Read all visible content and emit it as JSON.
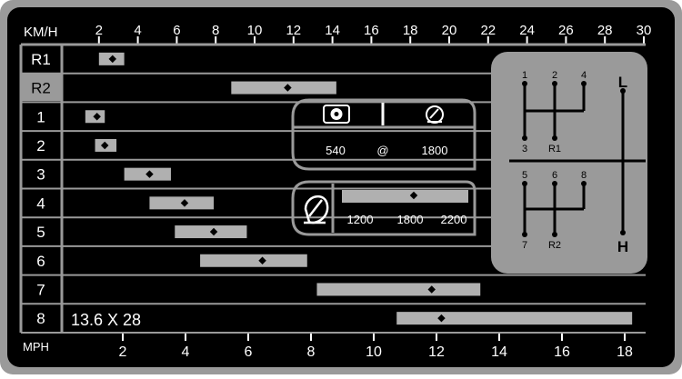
{
  "plate": {
    "kmh_unit": "KM/H",
    "mph_unit": "MPH",
    "tyre_size": "13.6 X 28",
    "background": "#000000",
    "frame": "#9a9a9a",
    "bar": "#b0b0b0",
    "ink": "#ffffff",
    "kmh_ticks": [
      2,
      4,
      6,
      8,
      10,
      12,
      14,
      16,
      18,
      20,
      22,
      24,
      26,
      28,
      30
    ],
    "mph_ticks": [
      2,
      4,
      6,
      8,
      10,
      12,
      14,
      16,
      18
    ]
  },
  "gears": [
    {
      "label": "R1",
      "min_kmh": 2.0,
      "max_kmh": 3.3,
      "rated_kmh": 2.7
    },
    {
      "label": "R2",
      "min_kmh": 8.8,
      "max_kmh": 14.2,
      "rated_kmh": 11.7
    },
    {
      "label": "1",
      "min_kmh": 1.3,
      "max_kmh": 2.3,
      "rated_kmh": 1.9
    },
    {
      "label": "2",
      "min_kmh": 1.8,
      "max_kmh": 2.9,
      "rated_kmh": 2.3
    },
    {
      "label": "3",
      "min_kmh": 3.3,
      "max_kmh": 5.7,
      "rated_kmh": 4.6
    },
    {
      "label": "4",
      "min_kmh": 4.6,
      "max_kmh": 7.9,
      "rated_kmh": 6.4
    },
    {
      "label": "5",
      "min_kmh": 5.9,
      "max_kmh": 9.6,
      "rated_kmh": 7.9
    },
    {
      "label": "6",
      "min_kmh": 7.2,
      "max_kmh": 12.7,
      "rated_kmh": 10.4
    },
    {
      "label": "7",
      "min_kmh": 13.2,
      "max_kmh": 21.6,
      "rated_kmh": 19.1
    },
    {
      "label": "8",
      "min_kmh": 17.3,
      "max_kmh": 29.4,
      "rated_kmh": 19.6
    }
  ],
  "pto": {
    "pto_speed": "540",
    "at_symbol": "@",
    "engine_speed": "1800"
  },
  "engine_range": {
    "low": "1200",
    "rated": "1800",
    "high": "2200"
  },
  "shift_pattern": {
    "top_row": [
      "1",
      "2",
      "4"
    ],
    "upper_bottom_row": [
      "3",
      "R1"
    ],
    "mid_top_row": [
      "5",
      "6",
      "8"
    ],
    "lower_bottom_row": [
      "7",
      "R2"
    ],
    "range_low": "L",
    "range_high": "H"
  }
}
